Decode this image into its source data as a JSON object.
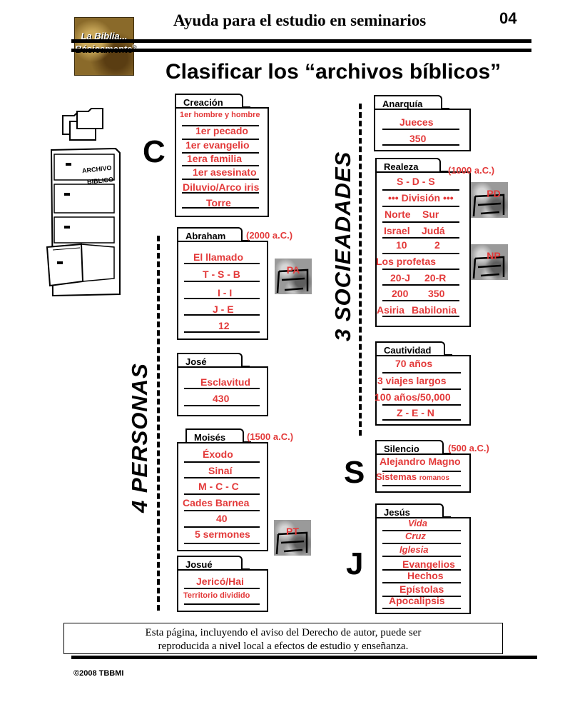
{
  "header": {
    "logo_line1": "La Biblia...",
    "logo_line2": "Básicamente",
    "logo_mark": "®",
    "title": "Ayuda para el estudio en seminarios",
    "page_number": "04"
  },
  "main_title": "Clasificar los “archivos bíblicos”",
  "cabinet": {
    "label_line1": "ARCHIVO",
    "label_line2": "BIBLICO"
  },
  "letters": {
    "c": "C",
    "s": "S",
    "j": "J"
  },
  "vertical_labels": {
    "personas": "4 PERSONAS",
    "sociedades": "3 SOCIEADADES"
  },
  "cards": {
    "creacion": {
      "tab": "Creación",
      "items": [
        "1er hombre y hombre",
        "1er pecado",
        "1er evangelio",
        "1era familia",
        "1er asesinato",
        "Diluvio/Arco iris",
        "Torre"
      ]
    },
    "abraham": {
      "tab": "Abraham",
      "date": "(2000 a.C.)",
      "items": [
        "El llamado",
        "T - S - B",
        "I - I",
        "J - E",
        "12"
      ]
    },
    "jose": {
      "tab": "José",
      "items": [
        "Esclavitud",
        "430"
      ]
    },
    "moises": {
      "tab": "Moisés",
      "date": "(1500 a.C.)",
      "items": [
        "Éxodo",
        "Sinaí",
        "M - C - C",
        "Cades Barnea",
        "40",
        "5 sermones"
      ]
    },
    "josue": {
      "tab": "Josué",
      "items": [
        "Jericó/Hai",
        "Territorio dividido"
      ]
    },
    "anarquia": {
      "tab": "Anarquía",
      "items": [
        "Jueces",
        "350"
      ]
    },
    "realeza": {
      "tab": "Realeza",
      "date": "(1000 a.C.)",
      "items": [
        "S - D - S",
        "••• División •••",
        "Norte",
        "Sur",
        "Israel",
        "Judá",
        "10",
        "2",
        "Los profetas",
        "20-J",
        "20-R",
        "200",
        "350",
        "Asiria",
        "Babilonia"
      ]
    },
    "cautividad": {
      "tab": "Cautividad",
      "items": [
        "70 años",
        "3 viajes largos",
        "100 años/50,000",
        "Z - E - N"
      ]
    },
    "silencio": {
      "tab": "Silencio",
      "date": "(500 a.C.)",
      "items": [
        "Alejandro Magno",
        "Sistemas",
        "romanos"
      ]
    },
    "jesus": {
      "tab": "Jesús",
      "items": [
        "Vida",
        "Cruz",
        "Iglesia",
        "Evangelios",
        "Hechos",
        "Epístolas",
        "Apocalipsis"
      ]
    }
  },
  "stamps": {
    "pa": "PA",
    "pt": "PT",
    "pd": "PD",
    "np": "NP"
  },
  "footer": {
    "line1": "Esta página, incluyendo el aviso del Derecho de autor, puede ser",
    "line2": "reproducida a nivel local a efectos de estudio y enseñanza.",
    "copyright": "©2008 TBBMI"
  }
}
